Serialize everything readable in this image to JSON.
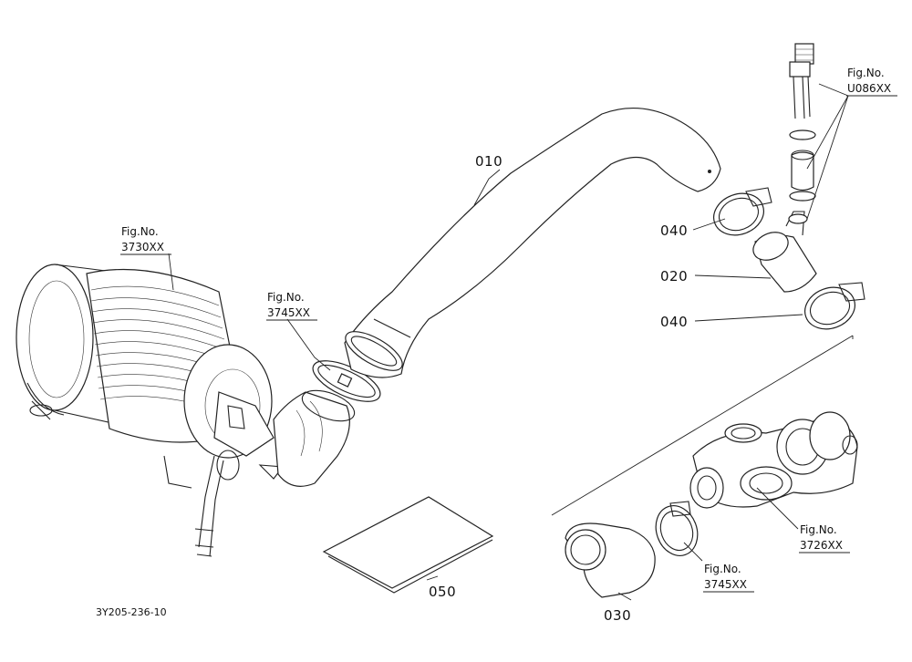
{
  "parts": {
    "p010": "010",
    "p020": "020",
    "p030": "030",
    "p040_top": "040",
    "p040_bottom": "040",
    "p050": "050"
  },
  "fig_refs": {
    "air_cleaner": {
      "label": "Fig.No.",
      "number": "3730XX"
    },
    "clamp_left": {
      "label": "Fig.No.",
      "number": "3745XX"
    },
    "sensor": {
      "label": "Fig.No.",
      "number": "U086XX"
    },
    "turbo": {
      "label": "Fig.No.",
      "number": "3726XX"
    },
    "clamp_bottom": {
      "label": "Fig.No.",
      "number": "3745XX"
    }
  },
  "drawing_code": "3Y205-236-10"
}
